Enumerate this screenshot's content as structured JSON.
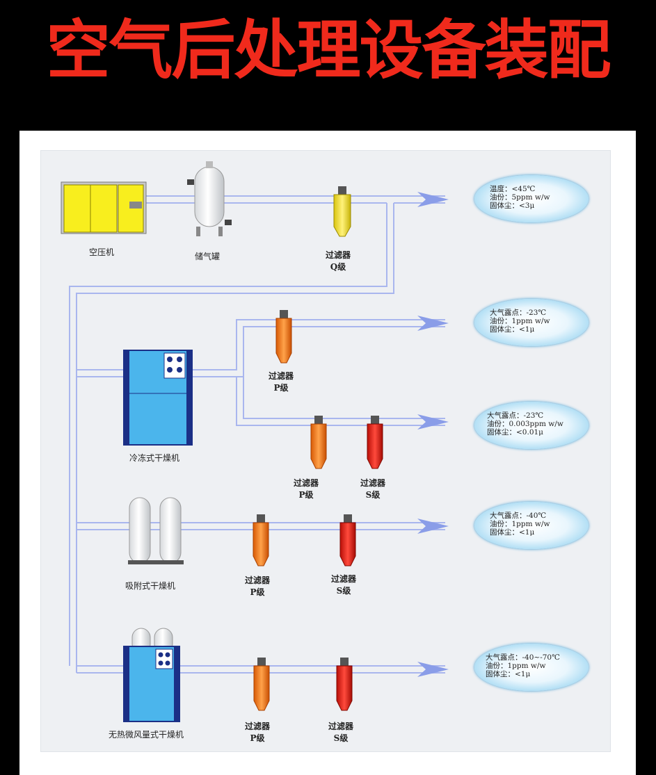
{
  "title": "空气后处理设备装配",
  "equipment": {
    "compressor": "空压机",
    "tank": "储气罐",
    "fridge_dryer": "冷冻式干燥机",
    "adsorb_dryer": "吸附式干燥机",
    "heatless_dryer": "无热微风量式干燥机"
  },
  "filters": {
    "f1": {
      "name": "过滤器",
      "grade": "Q级"
    },
    "f2": {
      "name": "过滤器",
      "grade": "P级"
    },
    "f3": {
      "name": "过滤器",
      "grade": "P级"
    },
    "f4": {
      "name": "过滤器",
      "grade": "S级"
    },
    "f5": {
      "name": "过滤器",
      "grade": "P级"
    },
    "f6": {
      "name": "过滤器",
      "grade": "S级"
    },
    "f7": {
      "name": "过滤器",
      "grade": "P级"
    },
    "f8": {
      "name": "过滤器",
      "grade": "S级"
    }
  },
  "outputs": [
    {
      "l1": "温度：<45℃",
      "l2": "油份：5ppm w/w",
      "l3": "固体尘：<3μ"
    },
    {
      "l1": "大气露点：-23℃",
      "l2": "油份：1ppm w/w",
      "l3": "固体尘：<1μ"
    },
    {
      "l1": "大气露点：-23℃",
      "l2": "油份：0.003ppm w/w",
      "l3": "固体尘：<0.01μ"
    },
    {
      "l1": "大气露点：-40℃",
      "l2": "油份：1ppm w/w",
      "l3": "固体尘：<1μ"
    },
    {
      "l1": "大气露点：-40~-70℃",
      "l2": "油份：1ppm w/w",
      "l3": "固体尘：<1μ"
    }
  ],
  "colors": {
    "title": "#f02a1c",
    "pipe": "#a9b6ee",
    "arrow": "#8a9de8",
    "q_filter": "#f2e23a",
    "p_filter": "#f07a12",
    "s_filter": "#e01a10",
    "dryer": "#4bb5ec",
    "oval_edge": "#48a9dd"
  }
}
